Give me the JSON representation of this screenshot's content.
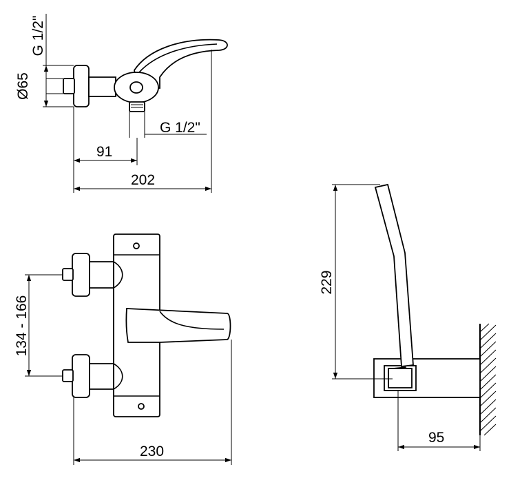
{
  "labels": {
    "thread_top": "G 1/2\"",
    "diameter": "Ø65",
    "thread_outlet": "G 1/2\"",
    "dim_91": "91",
    "dim_202": "202",
    "dim_centers": "134 - 166",
    "dim_230": "230",
    "dim_229": "229",
    "dim_95": "95"
  }
}
